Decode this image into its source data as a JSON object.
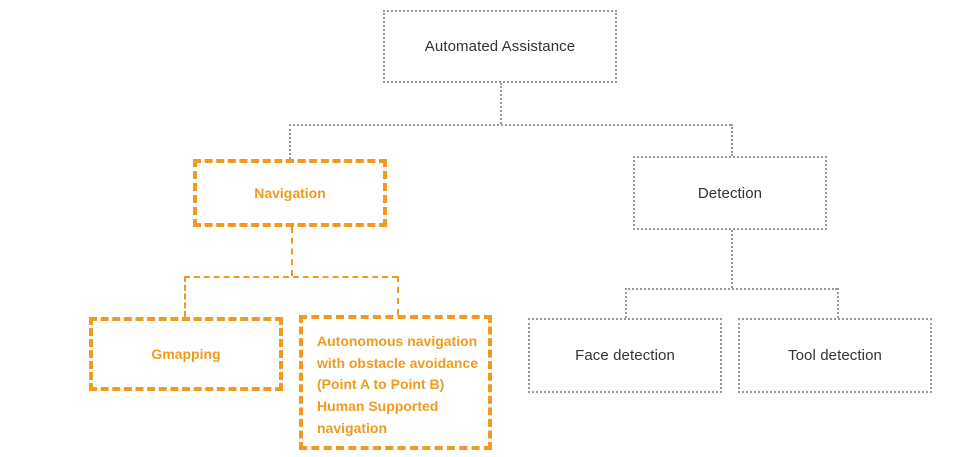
{
  "diagram": {
    "type": "tree",
    "title": "Automated Assistance capability tree",
    "colors": {
      "highlight": "#ef9b20",
      "plain_border": "#9a9a9a",
      "plain_text": "#333333",
      "background": "#ffffff"
    },
    "nodes": {
      "root": {
        "label": "Automated Assistance",
        "style": "plain"
      },
      "navigation": {
        "label": "Navigation",
        "style": "highlighted"
      },
      "detection": {
        "label": "Detection",
        "style": "plain"
      },
      "gmapping": {
        "label": "Gmapping",
        "style": "highlighted"
      },
      "autonomous_navigation": {
        "label": "Autonomous navigation with obstacle avoidance (Point A to Point B) Human Supported navigation",
        "style": "highlighted"
      },
      "face_detection": {
        "label": "Face detection",
        "style": "plain"
      },
      "tool_detection": {
        "label": "Tool detection",
        "style": "plain"
      }
    },
    "edges": [
      {
        "from": "root",
        "to": "navigation",
        "style": "gray-dotted"
      },
      {
        "from": "root",
        "to": "detection",
        "style": "gray-dotted"
      },
      {
        "from": "navigation",
        "to": "gmapping",
        "style": "orange-dashed"
      },
      {
        "from": "navigation",
        "to": "autonomous_navigation",
        "style": "orange-dashed"
      },
      {
        "from": "detection",
        "to": "face_detection",
        "style": "gray-dotted"
      },
      {
        "from": "detection",
        "to": "tool_detection",
        "style": "gray-dotted"
      }
    ]
  }
}
